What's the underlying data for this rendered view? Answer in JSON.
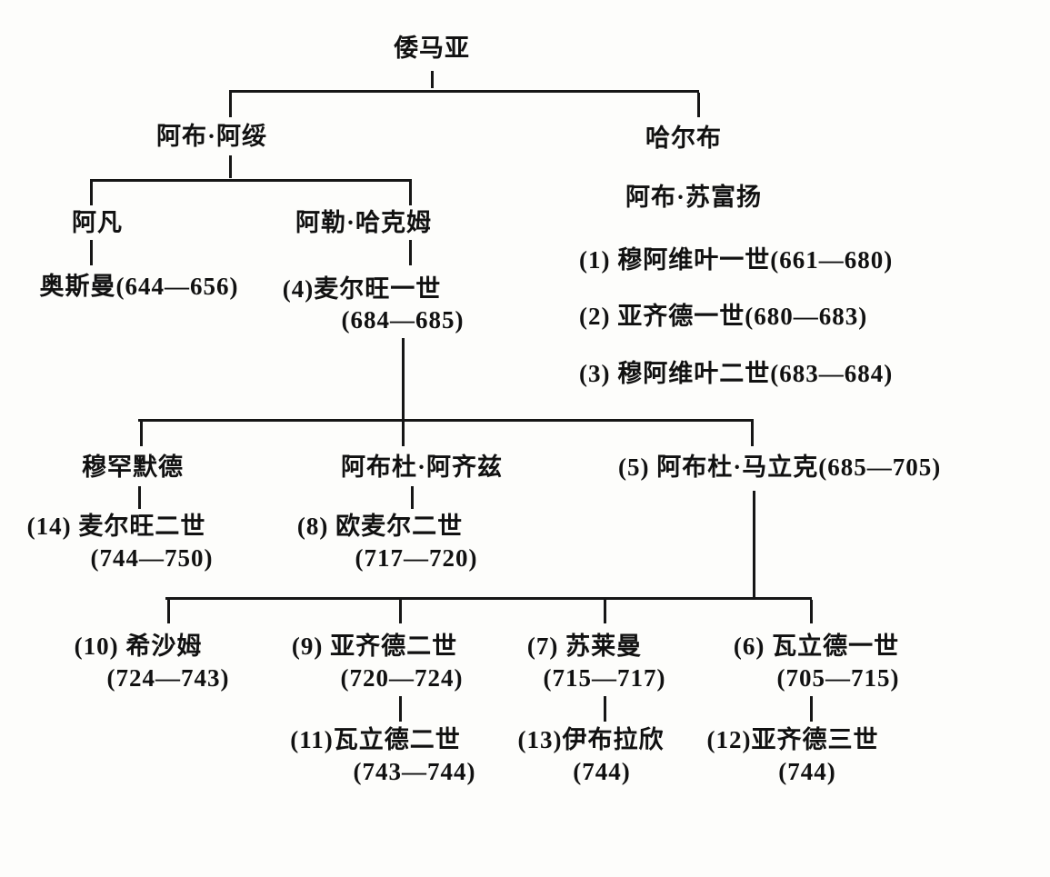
{
  "tree": {
    "umayya": "倭马亚",
    "abu_alas": "阿布·阿绥",
    "harb": "哈尔布",
    "abu_sufyan": "阿布·苏富扬",
    "affan": "阿凡",
    "hakam": "阿勒·哈克姆",
    "uthman": "奥斯曼(644—656)",
    "marwan1": {
      "name": "(4)麦尔旺一世",
      "dates": "(684—685)"
    },
    "muawiya1": "(1) 穆阿维叶一世(661—680)",
    "yazid1": "(2) 亚齐德一世(680—683)",
    "muawiya2": "(3) 穆阿维叶二世(683—684)",
    "muhammad": "穆罕默德",
    "abd_alaziz": "阿布杜·阿齐兹",
    "abd_almalik": "(5) 阿布杜·马立克(685—705)",
    "marwan2": {
      "name": "(14) 麦尔旺二世",
      "dates": "(744—750)"
    },
    "umar2": {
      "name": "(8) 欧麦尔二世",
      "dates": "(717—720)"
    },
    "hisham": {
      "name": "(10) 希沙姆",
      "dates": "(724—743)"
    },
    "yazid2": {
      "name": "(9) 亚齐德二世",
      "dates": "(720—724)"
    },
    "sulayman": {
      "name": "(7) 苏莱曼",
      "dates": "(715—717)"
    },
    "walid1": {
      "name": "(6) 瓦立德一世",
      "dates": "(705—715)"
    },
    "walid2": {
      "name": "(11)瓦立德二世",
      "dates": "(743—744)"
    },
    "ibrahim": {
      "name": "(13)伊布拉欣",
      "dates": "(744)"
    },
    "yazid3": {
      "name": "(12)亚齐德三世",
      "dates": "(744)"
    }
  }
}
